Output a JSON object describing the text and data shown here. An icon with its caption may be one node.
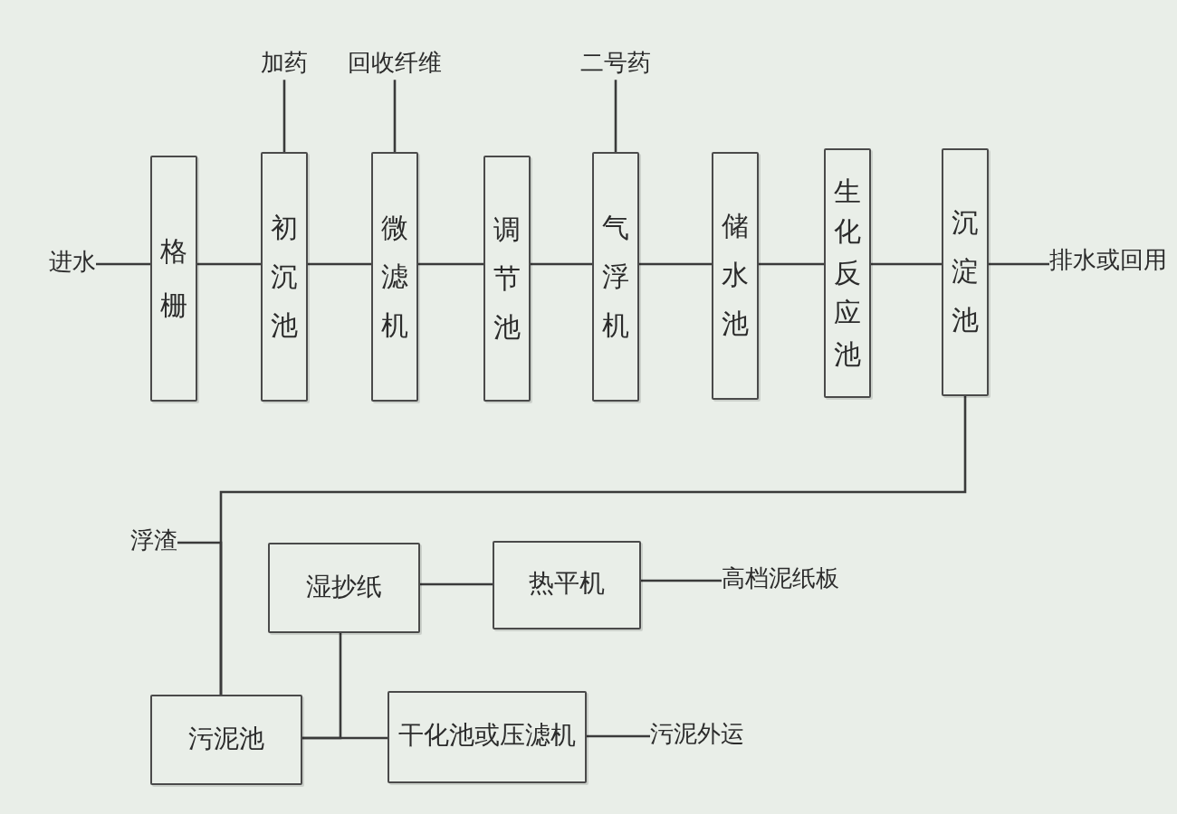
{
  "diagram": {
    "nodes": [
      {
        "text": [
          "加药"
        ]
      },
      {
        "text": [
          "回收纤维"
        ]
      },
      {
        "text": [
          "二号药"
        ]
      },
      {
        "text": [
          "进水"
        ]
      },
      {
        "text": [
          "格栅"
        ]
      },
      {
        "text": [
          "初沉池"
        ]
      },
      {
        "text": [
          "微滤机"
        ]
      },
      {
        "text": [
          "调节池"
        ]
      },
      {
        "text": [
          "气浮机"
        ]
      },
      {
        "text": [
          "储水池"
        ]
      },
      {
        "text": [
          "生化反应池"
        ]
      },
      {
        "text": [
          "沉淀池"
        ]
      },
      {
        "text": [
          "排水或回用"
        ]
      },
      {
        "text": [
          "浮渣"
        ]
      },
      {
        "text": [
          "湿抄纸"
        ]
      },
      {
        "text": [
          "热平机"
        ]
      },
      {
        "text": [
          "高档泥纸板"
        ]
      },
      {
        "text": [
          "污泥池"
        ]
      },
      {
        "text": [
          "干化池或压滤机"
        ]
      },
      {
        "text": [
          "污泥外运"
        ]
      }
    ],
    "edges": [
      {
        "from": 3,
        "to": 4,
        "arrow": "none"
      },
      {
        "from": 4,
        "to": 5,
        "arrow": "none"
      },
      {
        "from": 5,
        "to": 6,
        "arrow": "none"
      },
      {
        "from": 6,
        "to": 7,
        "arrow": "none"
      },
      {
        "from": 7,
        "to": 8,
        "arrow": "none"
      },
      {
        "from": 8,
        "to": 9,
        "arrow": "none"
      },
      {
        "from": 9,
        "to": 10,
        "arrow": "none"
      },
      {
        "from": 10,
        "to": 11,
        "arrow": "none"
      },
      {
        "from": 11,
        "to": 12,
        "arrow": "none"
      },
      {
        "from": 0,
        "to": 5,
        "arrow": "none"
      },
      {
        "from": 1,
        "to": 6,
        "arrow": "none"
      },
      {
        "from": 2,
        "to": 8,
        "arrow": "none"
      },
      {
        "from": 11,
        "to": 17,
        "arrow": "none"
      },
      {
        "from": 13,
        "to": 17,
        "arrow": "none"
      },
      {
        "from": 17,
        "to": 14,
        "arrow": "none"
      },
      {
        "from": 17,
        "to": 18,
        "arrow": "none"
      },
      {
        "from": 14,
        "to": 15,
        "arrow": "none"
      },
      {
        "from": 15,
        "to": 16,
        "arrow": "none"
      },
      {
        "from": 18,
        "to": 19,
        "arrow": "none"
      }
    ]
  }
}
